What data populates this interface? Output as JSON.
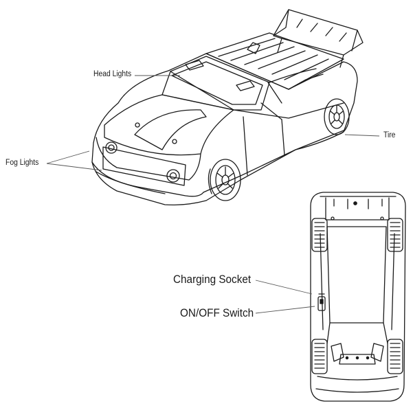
{
  "labels": {
    "head_lights": "Head Lights",
    "fog_lights": "Fog Lights",
    "tire": "Tire",
    "charging_socket": "Charging Socket",
    "on_off_switch": "ON/OFF Switch"
  }
}
